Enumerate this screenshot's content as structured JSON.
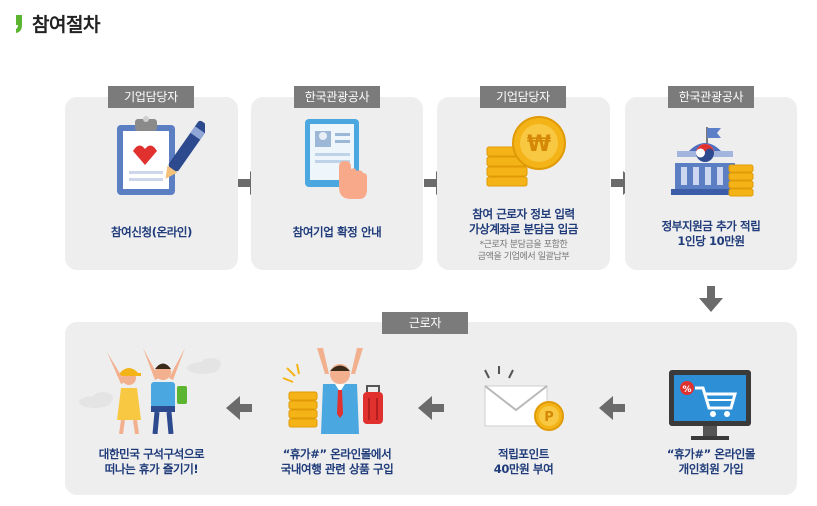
{
  "page_title": "참여절차",
  "steps_top": [
    {
      "role": "기업담당자",
      "lines": [
        "참여신청(온라인)"
      ]
    },
    {
      "role": "한국관광공사",
      "lines": [
        "참여기업 확정 안내"
      ]
    },
    {
      "role": "기업담당자",
      "lines": [
        "참여 근로자 정보 입력",
        "가상계좌로 분담금 입금"
      ],
      "note_lines": [
        "*근로자 분담금을 포함한",
        "금액을 기업에서 일괄납부"
      ]
    },
    {
      "role": "한국관광공사",
      "lines": [
        "정부지원금 추가 적립",
        "1인당 10만원"
      ]
    }
  ],
  "bottom_role": "근로자",
  "steps_bottom": [
    {
      "lines": [
        "“휴가#” 온라인몰",
        "개인회원 가입"
      ]
    },
    {
      "lines": [
        "적립포인트",
        "40만원 부여"
      ]
    },
    {
      "lines": [
        "“휴가#” 온라인몰에서",
        "국내여행 관련 상품 구입"
      ]
    },
    {
      "lines": [
        "대한민국 구석구석으로",
        "떠나는 휴가 즐기기!"
      ]
    }
  ],
  "icons": {
    "coin_symbol": "₩",
    "point_symbol": "P",
    "percent_symbol": "%"
  },
  "colors": {
    "card_bg": "#eeeeee",
    "role_tag_bg": "#7b7b7b",
    "arrow": "#6b6b6b",
    "label_text": "#1f3b7a",
    "title_mark": "#5cb531"
  }
}
